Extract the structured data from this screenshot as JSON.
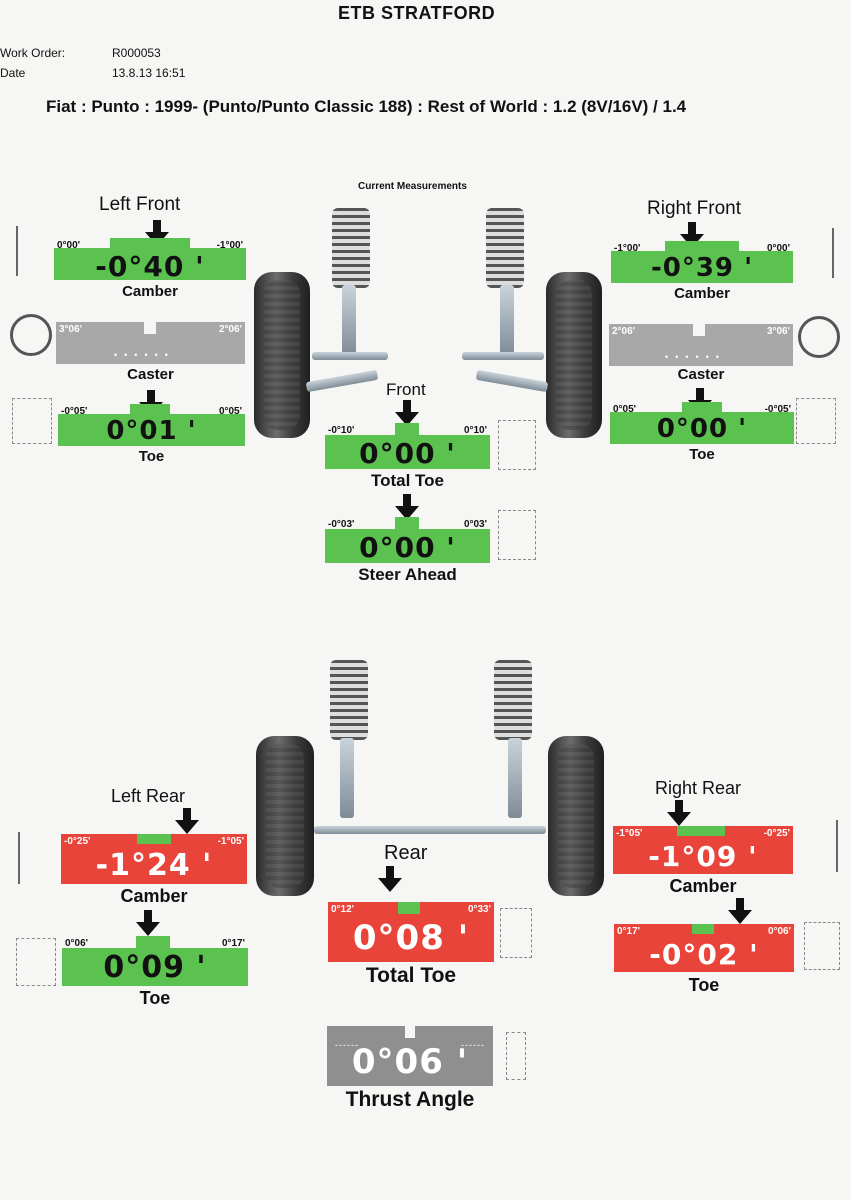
{
  "header": {
    "shop": "ETB STRATFORD"
  },
  "meta": {
    "work_order_label": "Work Order:",
    "work_order_value": "R000053",
    "date_label": "Date",
    "date_value": "13.8.13 16:51"
  },
  "vehicle": "Fiat : Punto : 1999-  (Punto/Punto Classic 188) : Rest of World : 1.2 (8V/16V) / 1.4",
  "current_measurements": "Current Measurements",
  "front": {
    "left_title": "Left Front",
    "right_title": "Right Front",
    "center_title": "Front",
    "left_camber": {
      "min": "0°00'",
      "max": "-1°00'",
      "value": "-0°40 '",
      "caption": "Camber",
      "status": "green"
    },
    "right_camber": {
      "min": "-1°00'",
      "max": "0°00'",
      "value": "-0°39 '",
      "caption": "Camber",
      "status": "green"
    },
    "left_caster": {
      "min": "3°06'",
      "max": "2°06'",
      "caption": "Caster",
      "status": "grey"
    },
    "right_caster": {
      "min": "2°06'",
      "max": "3°06'",
      "caption": "Caster",
      "status": "grey"
    },
    "left_toe": {
      "min": "-0°05'",
      "max": "0°05'",
      "value": "0°01 '",
      "caption": "Toe",
      "status": "green"
    },
    "right_toe": {
      "min": "0°05'",
      "max": "-0°05'",
      "value": "0°00 '",
      "caption": "Toe",
      "status": "green"
    },
    "total_toe": {
      "min": "-0°10'",
      "max": "0°10'",
      "value": "0°00 '",
      "caption": "Total Toe",
      "status": "green"
    },
    "steer_ahead": {
      "min": "-0°03'",
      "max": "0°03'",
      "value": "0°00 '",
      "caption": "Steer Ahead",
      "status": "green"
    }
  },
  "rear": {
    "left_title": "Left Rear",
    "right_title": "Right Rear",
    "center_title": "Rear",
    "left_camber": {
      "min": "-0°25'",
      "max": "-1°05'",
      "value": "-1°24 '",
      "caption": "Camber",
      "status": "red"
    },
    "right_camber": {
      "min": "-1°05'",
      "max": "-0°25'",
      "value": "-1°09 '",
      "caption": "Camber",
      "status": "red"
    },
    "left_toe": {
      "min": "0°06'",
      "max": "0°17'",
      "value": "0°09 '",
      "caption": "Toe",
      "status": "green"
    },
    "right_toe": {
      "min": "0°17'",
      "max": "0°06'",
      "value": "-0°02 '",
      "caption": "Toe",
      "status": "red"
    },
    "total_toe": {
      "min": "0°12'",
      "max": "0°33'",
      "value": "0°08 '",
      "caption": "Total Toe",
      "status": "red"
    },
    "thrust_angle": {
      "value": "0°06 '",
      "caption": "Thrust Angle",
      "status": "grey"
    }
  },
  "colors": {
    "in_spec": "#5bc24f",
    "out_of_spec": "#e8443a",
    "no_spec": "#a8a8a8"
  },
  "icons": [
    "camber-diagram-icon",
    "caster-diagram-icon",
    "toe-diagram-icon",
    "axle-diagram-icon",
    "thrust-diagram-icon"
  ]
}
